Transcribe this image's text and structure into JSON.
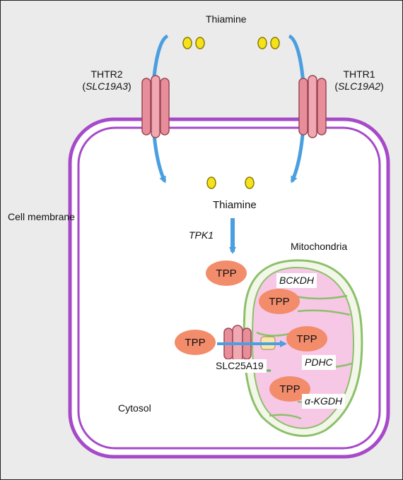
{
  "title": "Thiamine",
  "transporters": {
    "left": {
      "name": "THTR2",
      "gene": "SLC19A3"
    },
    "right": {
      "name": "THTR1",
      "gene": "SLC19A2"
    }
  },
  "cell_membrane": "Cell membrane",
  "cytosol_thiamine": "Thiamine",
  "kinase": "TPK1",
  "tpp": "TPP",
  "mitochondria": "Mitochondria",
  "mito_carrier": "SLC25A19",
  "cytosol": "Cytosol",
  "enzymes": [
    "BCKDH",
    "PDHC",
    "α-KGDH"
  ],
  "colors": {
    "background": "#ebebeb",
    "membrane": "#a64ac9",
    "thiamine": "#f4e21a",
    "tpp": "#f28c6b",
    "arrow": "#4a9fe0",
    "mito_outer": "#8cc06a",
    "mito_fill": "#f7c7e6",
    "transporter": "#e88e9a",
    "carrier_underline": "#5cb85c"
  }
}
